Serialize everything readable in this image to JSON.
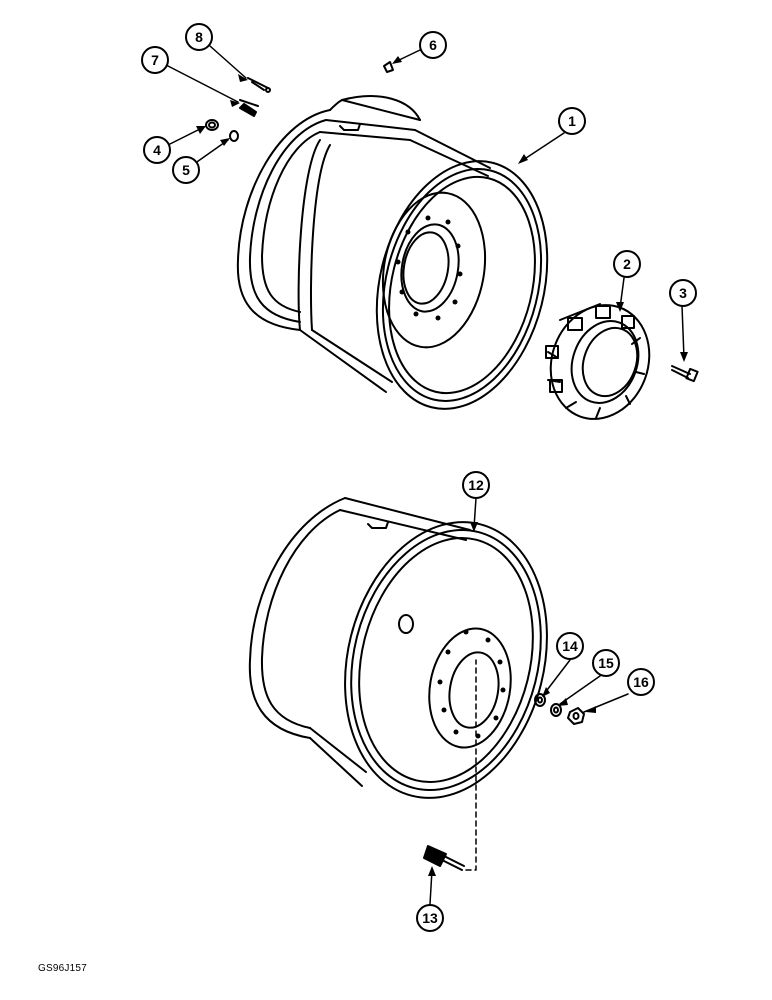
{
  "figure": {
    "reference_code": "GS96J157"
  },
  "callouts": {
    "c1": "1",
    "c2": "2",
    "c3": "3",
    "c4": "4",
    "c5": "5",
    "c6": "6",
    "c7": "7",
    "c8": "8",
    "c12": "12",
    "c13": "13",
    "c14": "14",
    "c15": "15",
    "c16": "16"
  },
  "parts": {
    "p1": "wheel-rim-upper",
    "p2": "wheel-spacer",
    "p3": "spacer-bolt",
    "p4": "nut",
    "p5": "washer",
    "p6": "valve-cap",
    "p7": "valve-stem",
    "p8": "valve-core",
    "p12": "wheel-rim-lower",
    "p13": "wheel-bolt",
    "p14": "lock-washer",
    "p15": "flat-washer",
    "p16": "wheel-nut"
  }
}
